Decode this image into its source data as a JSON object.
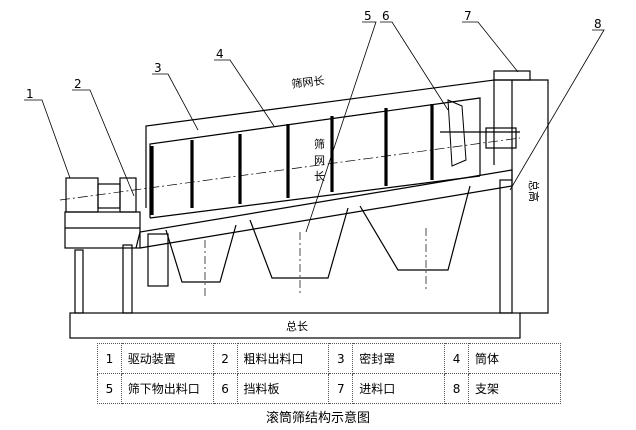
{
  "callout_numbers": [
    "1",
    "2",
    "3",
    "4",
    "5",
    "6",
    "7",
    "8"
  ],
  "dimension_labels": {
    "screen_length": "筛网长",
    "total_length": "总长",
    "height": "总高",
    "inner_text_1": "筛",
    "inner_text_2": "网",
    "inner_text_3": "长"
  },
  "legend": {
    "rows": [
      [
        {
          "num": "1",
          "label": "驱动装置"
        },
        {
          "num": "2",
          "label": "粗料出料口"
        },
        {
          "num": "3",
          "label": "密封罩"
        },
        {
          "num": "4",
          "label": "筒体"
        }
      ],
      [
        {
          "num": "5",
          "label": "筛下物出料口"
        },
        {
          "num": "6",
          "label": "挡料板"
        },
        {
          "num": "7",
          "label": "进料口"
        },
        {
          "num": "8",
          "label": "支架"
        }
      ]
    ]
  },
  "caption": "滚筒筛结构示意图"
}
